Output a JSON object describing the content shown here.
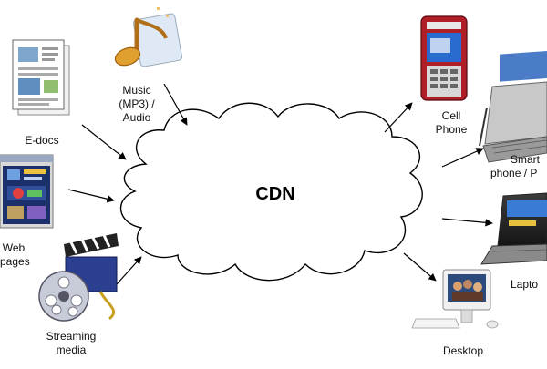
{
  "diagram": {
    "center": {
      "label": "CDN"
    },
    "sources": [
      {
        "id": "edocs",
        "label": "E-docs",
        "icon": "document-icon"
      },
      {
        "id": "music",
        "label_lines": [
          "Music",
          "(MP3) /",
          "Audio"
        ],
        "icon": "music-note-icon"
      },
      {
        "id": "web",
        "label_lines": [
          "Web",
          "pages"
        ],
        "icon": "web-page-icon"
      },
      {
        "id": "streaming",
        "label_lines": [
          "Streaming",
          "media"
        ],
        "icon": "film-reel-icon"
      }
    ],
    "targets": [
      {
        "id": "cell",
        "label_lines": [
          "Cell",
          "Phone"
        ],
        "icon": "cell-phone-icon"
      },
      {
        "id": "smart",
        "label_lines": [
          "Smart",
          "phone / P"
        ],
        "icon": "smartphone-icon"
      },
      {
        "id": "laptop",
        "label": "Lapto",
        "icon": "laptop-icon"
      },
      {
        "id": "desktop",
        "label": "Desktop",
        "icon": "desktop-icon"
      }
    ],
    "colors": {
      "cloud_stroke": "#000000",
      "arrow": "#000000",
      "accent_blue": "#2f5fb3",
      "phone_red": "#c0202a"
    }
  }
}
